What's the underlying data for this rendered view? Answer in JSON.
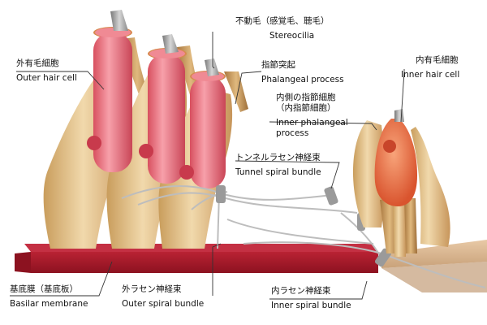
{
  "labels": {
    "outer_hair_cell": {
      "jp": "外有毛細胞",
      "en": "Outer hair cell"
    },
    "stereocilia": {
      "jp": "不動毛（感覚毛、聴毛）",
      "en": "Stereocilia"
    },
    "phalangeal_process": {
      "jp": "指節突起",
      "en": "Phalangeal process"
    },
    "inner_phalangeal": {
      "jp1": "内側の指節細胞",
      "jp2": "（内指節細胞）",
      "en1": "Inner phalangeal",
      "en2": "process"
    },
    "inner_hair_cell": {
      "jp": "内有毛細胞",
      "en": "Inner hair cell"
    },
    "tunnel_spiral_bundle": {
      "jp": "トンネルラセン神経束",
      "en": "Tunnel spiral bundle"
    },
    "basilar_membrane": {
      "jp": "基底膜（基底板）",
      "en": "Basilar membrane"
    },
    "outer_spiral_bundle": {
      "jp": "外ラセン神経束",
      "en": "Outer spiral bundle"
    },
    "inner_spiral_bundle": {
      "jp": "内ラセン神経束",
      "en": "Inner spiral bundle"
    }
  },
  "colors": {
    "hair_cell": "#e86a78",
    "inner_hair_cell": "#ee7a52",
    "supporting_cell": "#e2bf8a",
    "basilar_membrane": "#a81a2a",
    "nerve_fiber": "#b8b8b8",
    "leader_line": "#333333"
  }
}
